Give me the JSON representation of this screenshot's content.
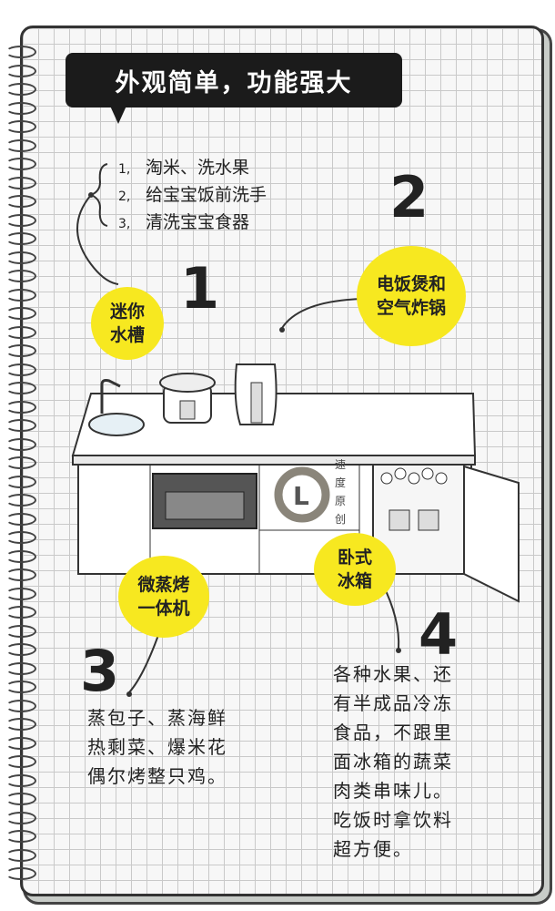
{
  "title": "外观简单，功能强大",
  "sink_uses": [
    {
      "n": "1,",
      "t": "淘米、洗水果"
    },
    {
      "n": "2,",
      "t": "给宝宝饭前洗手"
    },
    {
      "n": "3,",
      "t": "清洗宝宝食器"
    }
  ],
  "numbers": [
    "1",
    "2",
    "3",
    "4"
  ],
  "bubbles": {
    "sink": "迷你\n水槽",
    "cooker": "电饭煲和\n空气炸锅",
    "oven": "微蒸烤\n一体机",
    "fridge": "卧式\n冰箱"
  },
  "oven_text": [
    "蒸包子、蒸海鲜",
    "热剩菜、爆米花",
    "偶尔烤整只鸡。"
  ],
  "fridge_text": [
    "各种水果、还",
    "有半成品冷冻",
    "食品，不跟里",
    "面冰箱的蔬菜",
    "肉类串味儿。",
    "吃饭时拿饮料",
    "超方便。"
  ],
  "logo": {
    "letter": "L",
    "side": "速度原创"
  },
  "colors": {
    "yellow": "#f7e820",
    "ink": "#1b1b1b"
  }
}
